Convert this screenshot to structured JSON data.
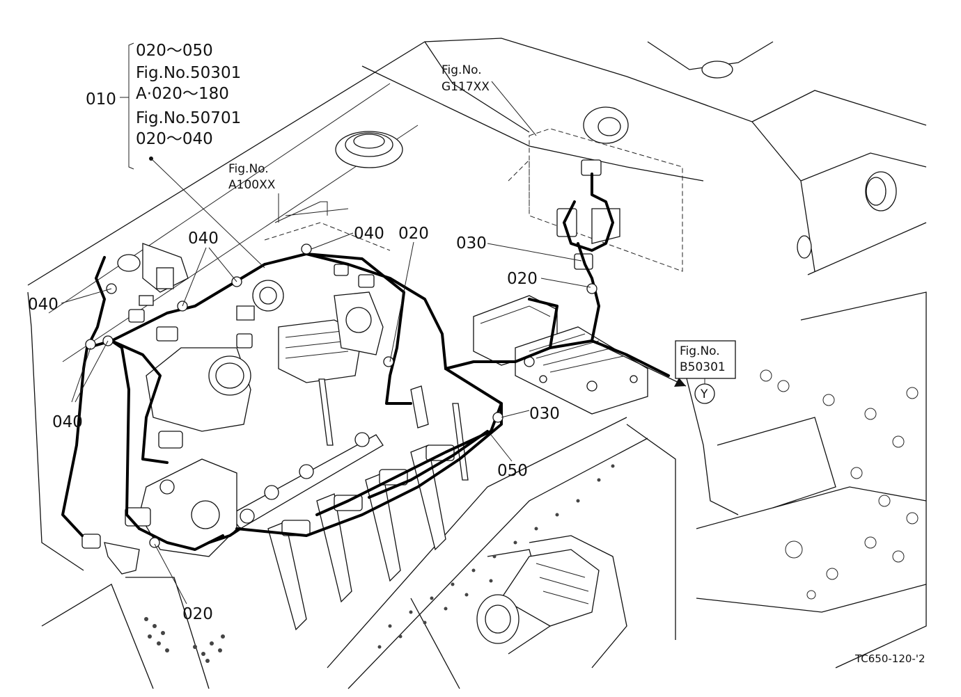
{
  "callouts": {
    "ref_block": {
      "item": "010",
      "lines": [
        "020～050",
        "Fig.No.50301",
        "A·020～180",
        "Fig.No.50701",
        "020～040"
      ]
    },
    "fig_a100": {
      "prefix": "Fig.No.",
      "code": "A100XX"
    },
    "fig_g117": {
      "prefix": "Fig.No.",
      "code": "G117XX"
    },
    "fig_b50301": {
      "prefix": "Fig.No.",
      "code": "B50301",
      "connector": "Y"
    },
    "labels": {
      "c040_top": "040",
      "c040_mid": "040",
      "c020_mid": "020",
      "c040_left": "040",
      "c040_bottom": "040",
      "c030_upper": "030",
      "c020_right": "020",
      "c030_lower": "030",
      "c050": "050",
      "c020_bottom": "020"
    }
  },
  "drawing_code": "TC650-120-'2"
}
